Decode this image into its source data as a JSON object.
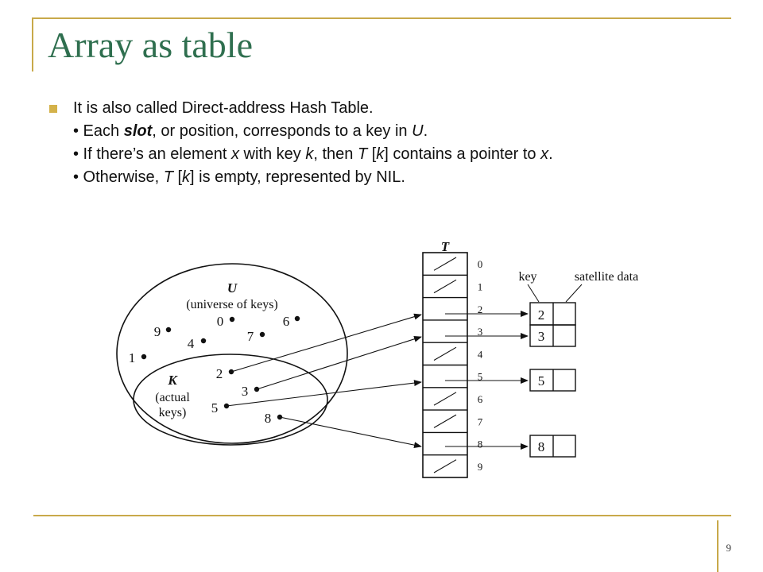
{
  "slide": {
    "title": "Array as table",
    "page_number": "9"
  },
  "bullets": [
    {
      "lines": [
        [
          {
            "t": "It is also called Direct-address Hash Table."
          }
        ],
        [
          {
            "t": "• Each "
          },
          {
            "t": "slot",
            "s": "bi"
          },
          {
            "t": ", or position, corresponds to a key in "
          },
          {
            "t": "U",
            "s": "i"
          },
          {
            "t": "."
          }
        ],
        [
          {
            "t": "• If there’s an element "
          },
          {
            "t": "x",
            "s": "i"
          },
          {
            "t": " with key "
          },
          {
            "t": "k",
            "s": "i"
          },
          {
            "t": ", then "
          },
          {
            "t": "T",
            "s": "i"
          },
          {
            "t": " ["
          },
          {
            "t": "k",
            "s": "i"
          },
          {
            "t": "] contains a pointer to "
          },
          {
            "t": "x",
            "s": "i"
          },
          {
            "t": "."
          }
        ],
        [
          {
            "t": "• Otherwise, "
          },
          {
            "t": "T",
            "s": "i"
          },
          {
            "t": " ["
          },
          {
            "t": "k",
            "s": "i"
          },
          {
            "t": "] is empty, represented by NIL."
          }
        ]
      ]
    }
  ],
  "diagram": {
    "table_label": "T",
    "slot_indices": [
      "0",
      "1",
      "2",
      "3",
      "4",
      "5",
      "6",
      "7",
      "8",
      "9"
    ],
    "universe_label": "U",
    "universe_caption": "(universe of keys)",
    "subset_label": "K",
    "subset_caption_1": "(actual",
    "subset_caption_2": "keys)",
    "universe_keys": [
      "0",
      "6",
      "9",
      "7",
      "4",
      "1"
    ],
    "actual_keys": [
      "2",
      "3",
      "5",
      "8"
    ],
    "key_header": "key",
    "satellite_header": "satellite data",
    "element_keys": [
      "2",
      "3",
      "5",
      "8"
    ]
  }
}
